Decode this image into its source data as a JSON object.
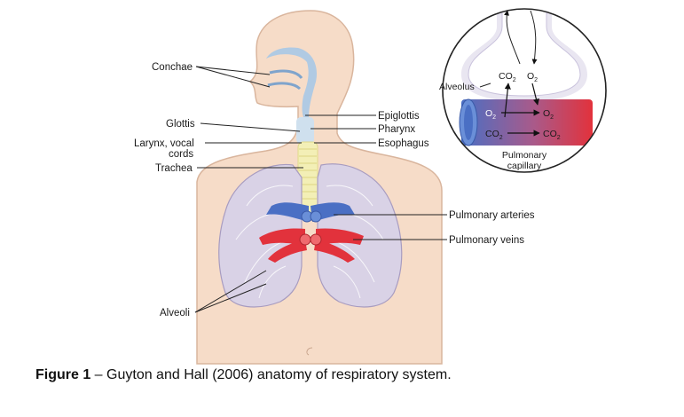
{
  "labels": {
    "conchae": "Conchae",
    "glottis": "Glottis",
    "larynx_line1": "Larynx, vocal",
    "larynx_line2": "cords",
    "trachea": "Trachea",
    "alveoli": "Alveoli",
    "epiglottis": "Epiglottis",
    "pharynx": "Pharynx",
    "esophagus": "Esophagus",
    "pulmonary_arteries": "Pulmonary arteries",
    "pulmonary_veins": "Pulmonary veins"
  },
  "inset": {
    "alveolus": "Alveolus",
    "co2_top": "CO",
    "o2_top": "O",
    "o2_left": "O",
    "o2_right": "O",
    "co2_left": "CO",
    "co2_right": "CO",
    "sub2": "2",
    "capillary_line1": "Pulmonary",
    "capillary_line2": "capillary"
  },
  "caption": {
    "bold": "Figure 1",
    "text": " – Guyton and Hall (2006) anatomy of respiratory system."
  },
  "colors": {
    "skin": "#f6dcc8",
    "skin_outline": "#d9b59d",
    "airway": "#a9c8e6",
    "trachea": "#f3efb6",
    "lung": "#d9d2e6",
    "artery_blue": "#4a6fc4",
    "vein_red": "#e2323c",
    "inset_bg": "#e9e6f1"
  }
}
